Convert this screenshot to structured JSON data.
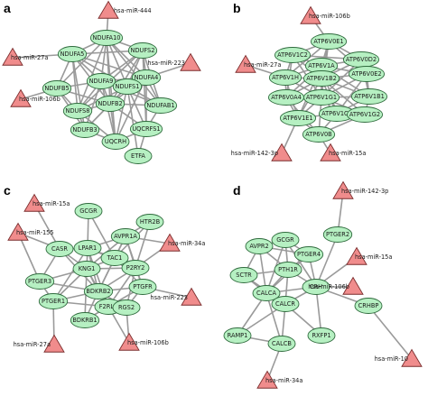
{
  "panels": [
    {
      "letter": "a",
      "nodes": [
        {
          "id": "NDUFA10",
          "label": "NDUFA10",
          "shape": "ellipse"
        },
        {
          "id": "NDUFS2",
          "label": "NDUFS2",
          "shape": "ellipse"
        },
        {
          "id": "NDUFA5",
          "label": "NDUFA5",
          "shape": "ellipse"
        },
        {
          "id": "NDUFA4",
          "label": "NDUFA4",
          "shape": "ellipse"
        },
        {
          "id": "NDUFA9",
          "label": "NDUFA9",
          "shape": "ellipse"
        },
        {
          "id": "NDUFS1",
          "label": "NDUFS1",
          "shape": "ellipse"
        },
        {
          "id": "NDUFB5",
          "label": "NDUFB5",
          "shape": "ellipse"
        },
        {
          "id": "NDUFB2",
          "label": "NDUFB2",
          "shape": "ellipse"
        },
        {
          "id": "NDUFAB1",
          "label": "NDUFAB1",
          "shape": "ellipse"
        },
        {
          "id": "NDUFS8",
          "label": "NDUFS8",
          "shape": "ellipse"
        },
        {
          "id": "NDUFB3",
          "label": "NDUFB3",
          "shape": "ellipse"
        },
        {
          "id": "UQCRH",
          "label": "UQCRH",
          "shape": "ellipse"
        },
        {
          "id": "UQCRFS1",
          "label": "UQCRFS1",
          "shape": "ellipse"
        },
        {
          "id": "ETFA",
          "label": "ETFA",
          "shape": "ellipse"
        },
        {
          "id": "a444",
          "label": "hsa-miR-444",
          "shape": "triangle"
        },
        {
          "id": "a27a",
          "label": "hsa-miR-27a",
          "shape": "triangle"
        },
        {
          "id": "a223",
          "label": "hsa-miR-223",
          "shape": "triangle"
        },
        {
          "id": "a106b",
          "label": "hsa-miR-106b",
          "shape": "triangle"
        }
      ]
    },
    {
      "letter": "b",
      "nodes": [
        {
          "id": "ATP6V0E1",
          "label": "ATP6V0E1",
          "shape": "ellipse"
        },
        {
          "id": "ATP6V1C2",
          "label": "ATP6V1C2",
          "shape": "ellipse"
        },
        {
          "id": "ATP6V0D2",
          "label": "ATP6V0D2",
          "shape": "ellipse"
        },
        {
          "id": "ATP6V1A",
          "label": "ATP6V1A",
          "shape": "ellipse"
        },
        {
          "id": "ATP6V1B2",
          "label": "ATP6V1B2",
          "shape": "ellipse"
        },
        {
          "id": "ATP6V0E2",
          "label": "ATP6V0E2",
          "shape": "ellipse"
        },
        {
          "id": "ATP6V1H",
          "label": "ATP6V1H",
          "shape": "ellipse"
        },
        {
          "id": "ATP6V1G1",
          "label": "ATP6V1G1",
          "shape": "ellipse"
        },
        {
          "id": "ATP6V1B1",
          "label": "ATP6V1B1",
          "shape": "ellipse"
        },
        {
          "id": "ATP6V0A4",
          "label": "ATP6V0A4",
          "shape": "ellipse"
        },
        {
          "id": "ATP6V1E1",
          "label": "ATP6V1E1",
          "shape": "ellipse"
        },
        {
          "id": "ATP6V1C1",
          "label": "ATP6V1C1",
          "shape": "ellipse"
        },
        {
          "id": "ATP6V1G2",
          "label": "ATP6V1G2",
          "shape": "ellipse"
        },
        {
          "id": "ATP6V0B",
          "label": "ATP6V0B",
          "shape": "ellipse"
        },
        {
          "id": "b106b",
          "label": "hsa-miR-106b",
          "shape": "triangle"
        },
        {
          "id": "b27a",
          "label": "hsa-miR-27a",
          "shape": "triangle"
        },
        {
          "id": "b1423p",
          "label": "hsa-miR-142-3p",
          "shape": "triangle"
        },
        {
          "id": "b15a",
          "label": "hsa-miR-15a",
          "shape": "triangle"
        }
      ]
    },
    {
      "letter": "c",
      "nodes": [
        {
          "id": "GCGR",
          "label": "GCGR",
          "shape": "ellipse"
        },
        {
          "id": "HTR2B",
          "label": "HTR2B",
          "shape": "ellipse"
        },
        {
          "id": "AVPR1A",
          "label": "AVPR1A",
          "shape": "ellipse"
        },
        {
          "id": "CASR",
          "label": "CASR",
          "shape": "ellipse"
        },
        {
          "id": "LPAR1",
          "label": "LPAR1",
          "shape": "ellipse"
        },
        {
          "id": "TAC1",
          "label": "TAC1",
          "shape": "ellipse"
        },
        {
          "id": "P2RY2",
          "label": "P2RY2",
          "shape": "ellipse"
        },
        {
          "id": "KNG1",
          "label": "KNG1",
          "shape": "ellipse"
        },
        {
          "id": "PTGER3",
          "label": "PTGER3",
          "shape": "ellipse"
        },
        {
          "id": "BDKRB2",
          "label": "BDKRB2",
          "shape": "ellipse"
        },
        {
          "id": "PTGFR",
          "label": "PTGFR",
          "shape": "ellipse"
        },
        {
          "id": "PTGER1",
          "label": "PTGER1",
          "shape": "ellipse"
        },
        {
          "id": "F2RL1",
          "label": "F2RL1",
          "shape": "ellipse"
        },
        {
          "id": "RGS2",
          "label": "RGS2",
          "shape": "ellipse"
        },
        {
          "id": "BDKRB1",
          "label": "BDKRB1",
          "shape": "ellipse"
        },
        {
          "id": "c15a",
          "label": "hsa-miR-15a",
          "shape": "triangle"
        },
        {
          "id": "c155",
          "label": "hsa-miR-155",
          "shape": "triangle"
        },
        {
          "id": "c34a",
          "label": "hsa-miR-34a",
          "shape": "triangle"
        },
        {
          "id": "c223",
          "label": "hsa-miR-223",
          "shape": "triangle"
        },
        {
          "id": "c27a",
          "label": "hsa-miR-27a",
          "shape": "triangle"
        },
        {
          "id": "c106b",
          "label": "hsa-miR-106b",
          "shape": "triangle"
        }
      ]
    },
    {
      "letter": "d",
      "nodes": [
        {
          "id": "AVPR2",
          "label": "AVPR2",
          "shape": "ellipse"
        },
        {
          "id": "GCGR_d",
          "label": "GCGR",
          "shape": "ellipse"
        },
        {
          "id": "PTGER4",
          "label": "PTGER4",
          "shape": "ellipse"
        },
        {
          "id": "PTGER2",
          "label": "PTGER2",
          "shape": "ellipse"
        },
        {
          "id": "PTH1R",
          "label": "PTH1R",
          "shape": "ellipse"
        },
        {
          "id": "SCTR",
          "label": "SCTR",
          "shape": "ellipse"
        },
        {
          "id": "CRH",
          "label": "CRH",
          "shape": "ellipse"
        },
        {
          "id": "CALCA",
          "label": "CALCA",
          "shape": "ellipse"
        },
        {
          "id": "CALCR",
          "label": "CALCR",
          "shape": "ellipse"
        },
        {
          "id": "CRHBP",
          "label": "CRHBP",
          "shape": "ellipse"
        },
        {
          "id": "RAMP1",
          "label": "RAMP1",
          "shape": "ellipse"
        },
        {
          "id": "RXFP1",
          "label": "RXFP1",
          "shape": "ellipse"
        },
        {
          "id": "CALCB",
          "label": "CALCB",
          "shape": "ellipse"
        },
        {
          "id": "d1423p",
          "label": "hsa-miR-142-3p",
          "shape": "triangle"
        },
        {
          "id": "d15a",
          "label": "hsa-miR-15a",
          "shape": "triangle"
        },
        {
          "id": "d106b",
          "label": "hsa-miR-106b",
          "shape": "triangle"
        },
        {
          "id": "d34a",
          "label": "hsa-miR-34a",
          "shape": "triangle"
        },
        {
          "id": "d10",
          "label": "hsa-miR-10",
          "shape": "triangle"
        }
      ]
    }
  ],
  "colors": {
    "gene_fill": "#b6f0c2",
    "gene_stroke": "#2f6b3d",
    "mirna_fill": "#f08c8c",
    "mirna_stroke": "#7a2c2c",
    "edge": "#9a9a9a"
  }
}
